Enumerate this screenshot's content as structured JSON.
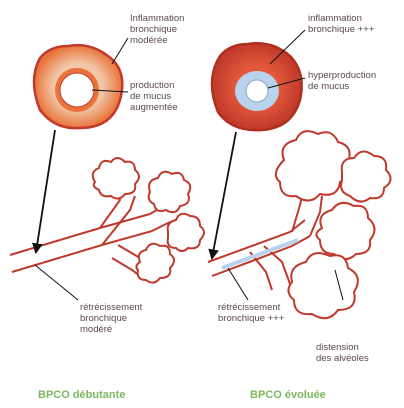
{
  "colors": {
    "outline": "#c0392b",
    "inner_wall": "#e8743b",
    "mucus": "#b9d3ec",
    "gradient_light": "#f2c7a8",
    "arrow": "#111111",
    "caption": "#7fb860"
  },
  "left": {
    "label_inflammation": [
      "Inflammation",
      "bronchique",
      "modérée"
    ],
    "label_mucus": [
      "production",
      "de mucus",
      "augmentée"
    ],
    "label_narrowing": [
      "rétrécissement",
      "bronchique",
      "modéré"
    ],
    "caption": "BPCO débutante"
  },
  "right": {
    "label_inflammation": [
      "inflammation",
      "bronchique +++"
    ],
    "label_mucus": [
      "hyperproduction",
      "de mucus"
    ],
    "label_narrowing": [
      "rétrécissement",
      "bronchique +++"
    ],
    "label_distension": [
      "distension",
      "des alvéoles"
    ],
    "caption": "BPCO évoluée"
  }
}
